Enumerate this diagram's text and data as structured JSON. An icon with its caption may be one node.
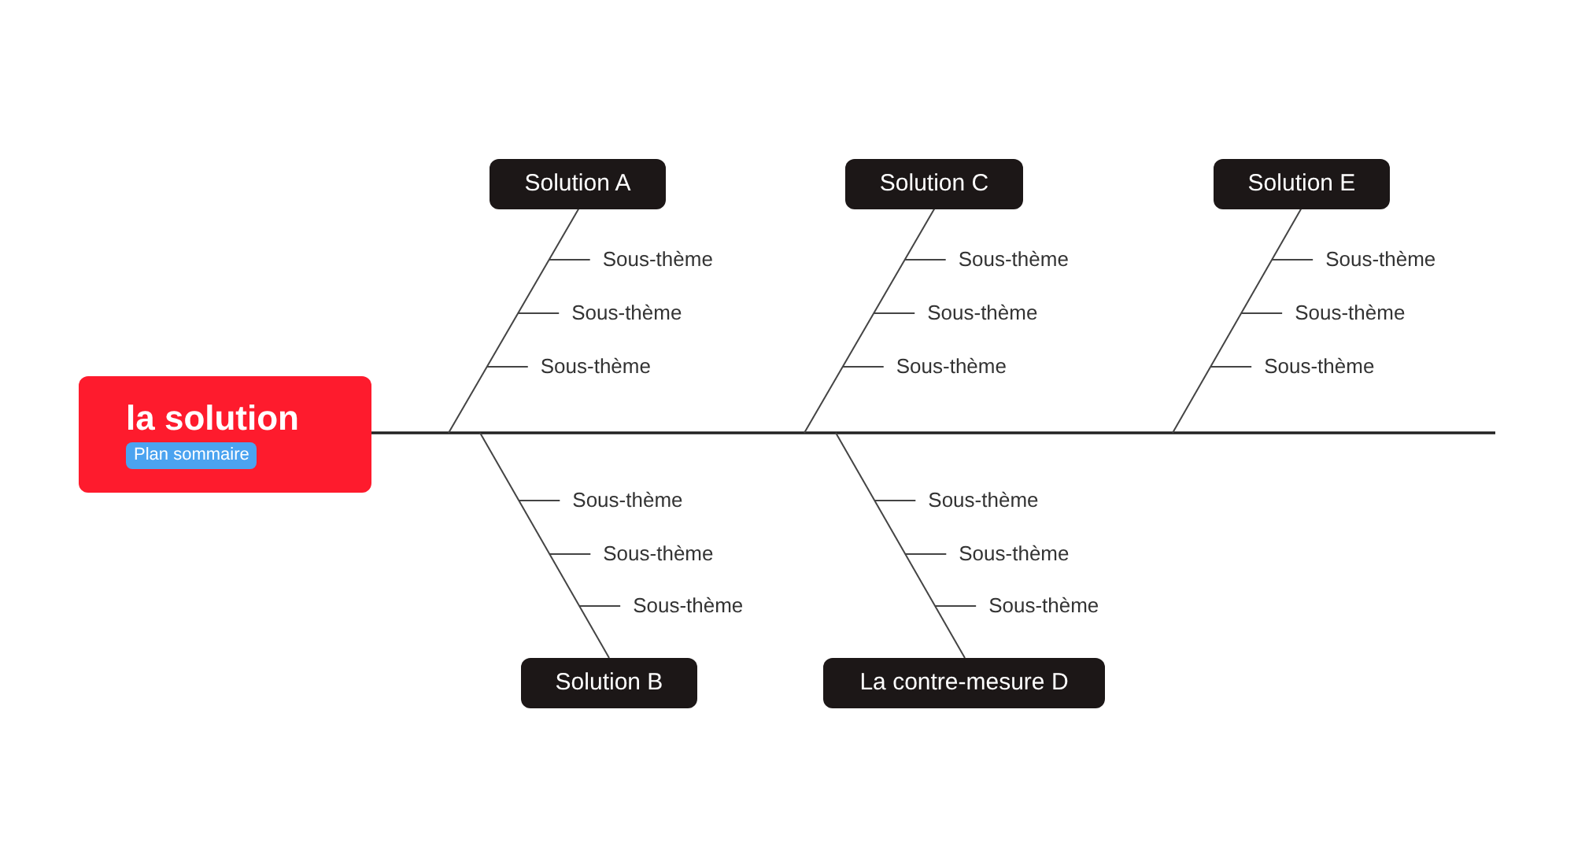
{
  "diagram": {
    "nodes": [
      {
        "text": [
          "la solution",
          "Plan sommaire"
        ]
      },
      {
        "text": [
          "Solution A"
        ]
      },
      {
        "text": [
          "Sous-thème"
        ]
      },
      {
        "text": [
          "Sous-thème"
        ]
      },
      {
        "text": [
          "Sous-thème"
        ]
      },
      {
        "text": [
          "Solution C"
        ]
      },
      {
        "text": [
          "Sous-thème"
        ]
      },
      {
        "text": [
          "Sous-thème"
        ]
      },
      {
        "text": [
          "Sous-thème"
        ]
      },
      {
        "text": [
          "Solution E"
        ]
      },
      {
        "text": [
          "Sous-thème"
        ]
      },
      {
        "text": [
          "Sous-thème"
        ]
      },
      {
        "text": [
          "Sous-thème"
        ]
      },
      {
        "text": [
          "Solution B"
        ]
      },
      {
        "text": [
          "Sous-thème"
        ]
      },
      {
        "text": [
          "Sous-thème"
        ]
      },
      {
        "text": [
          "Sous-thème"
        ]
      },
      {
        "text": [
          "La contre-mesure D"
        ]
      },
      {
        "text": [
          "Sous-thème"
        ]
      },
      {
        "text": [
          "Sous-thème"
        ]
      },
      {
        "text": [
          "Sous-thème"
        ]
      }
    ],
    "edges": [
      {
        "from": 0,
        "to": null,
        "arrow": "none"
      },
      {
        "from": 1,
        "to": null,
        "arrow": "none"
      },
      {
        "from": 2,
        "to": null,
        "arrow": "none"
      },
      {
        "from": 3,
        "to": null,
        "arrow": "none"
      },
      {
        "from": 4,
        "to": null,
        "arrow": "none"
      },
      {
        "from": 5,
        "to": null,
        "arrow": "none"
      },
      {
        "from": 6,
        "to": null,
        "arrow": "none"
      },
      {
        "from": 7,
        "to": null,
        "arrow": "none"
      },
      {
        "from": 8,
        "to": null,
        "arrow": "none"
      },
      {
        "from": 9,
        "to": null,
        "arrow": "none"
      },
      {
        "from": 10,
        "to": null,
        "arrow": "none"
      },
      {
        "from": 11,
        "to": null,
        "arrow": "none"
      },
      {
        "from": 12,
        "to": null,
        "arrow": "none"
      },
      {
        "from": 13,
        "to": null,
        "arrow": "none"
      },
      {
        "from": 14,
        "to": null,
        "arrow": "none"
      },
      {
        "from": 15,
        "to": null,
        "arrow": "none"
      },
      {
        "from": 16,
        "to": null,
        "arrow": "none"
      },
      {
        "from": 17,
        "to": null,
        "arrow": "none"
      },
      {
        "from": 18,
        "to": null,
        "arrow": "none"
      },
      {
        "from": 19,
        "to": null,
        "arrow": "none"
      },
      {
        "from": 20,
        "to": null,
        "arrow": "none"
      }
    ]
  }
}
